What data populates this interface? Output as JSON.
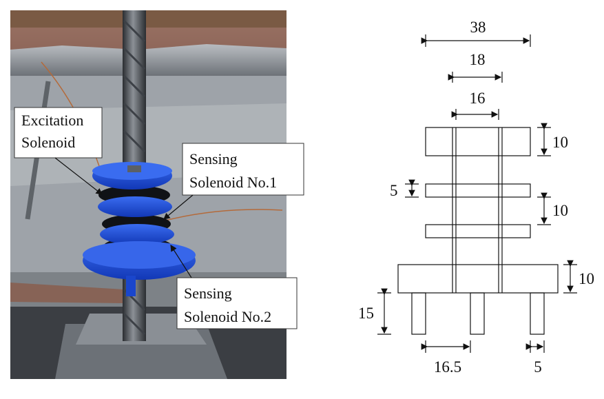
{
  "photo": {
    "labels": {
      "excitation_line1": "Excitation",
      "excitation_line2": "Solenoid",
      "sensing1_line1": "Sensing",
      "sensing1_line2": "Solenoid No.1",
      "sensing2_line1": "Sensing",
      "sensing2_line2": "Solenoid No.2"
    },
    "colors": {
      "bobbin_blue": "#1f4fd6",
      "bobbin_dark": "#0f2f9a",
      "coil_black": "#101216",
      "metal": "#a9adb2",
      "wood": "#7a5a44"
    }
  },
  "drawing": {
    "dimensions": {
      "total_width": "38",
      "mid_width": "18",
      "inner_width": "16",
      "top_flange_height": "10",
      "thin_flange_height": "5",
      "coil_gap": "10",
      "base_height": "10",
      "leg_height": "15",
      "leg_pitch": "16.5",
      "leg_width": "5"
    }
  }
}
